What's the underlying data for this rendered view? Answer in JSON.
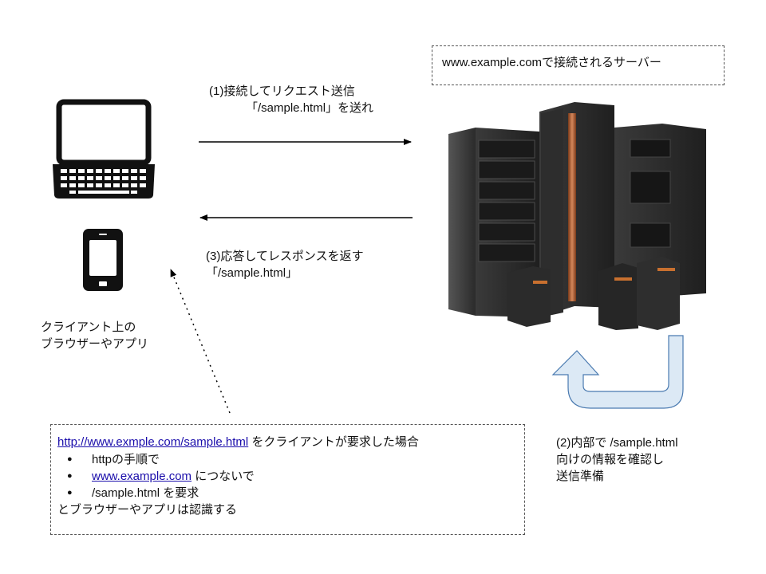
{
  "server_box": {
    "label": "www.example.comで接続されるサーバー"
  },
  "request": {
    "line1": "(1)接続してリクエスト送信",
    "line2": "「/sample.html」を送れ"
  },
  "response": {
    "line1": "(3)応答してレスポンスを返す",
    "line2": "「/sample.html」"
  },
  "client": {
    "line1": "クライアント上の",
    "line2": "ブラウザーやアプリ"
  },
  "internal": {
    "line1": "(2)内部で /sample.html",
    "line2": "向けの情報を確認し",
    "line3": "送信準備"
  },
  "note": {
    "url": "http://www.exmple.com/sample.html",
    "url_suffix": " をクライアントが要求した場合",
    "bullet1": "httpの手順で",
    "bullet2_link": "www.example.com",
    "bullet2_suffix": " につないで",
    "bullet3": "/sample.html を要求",
    "footer": "とブラウザーやアプリは認識する"
  },
  "icons": [
    "laptop-icon",
    "smartphone-icon",
    "server-rack-image",
    "u-turn-arrow-icon"
  ],
  "colors": {
    "uturn_fill": "#dce9f5",
    "uturn_stroke": "#4a7ab0",
    "link": "#1a0dab",
    "server_dark": "#2a2a2a",
    "server_accent": "#b86a3a"
  }
}
